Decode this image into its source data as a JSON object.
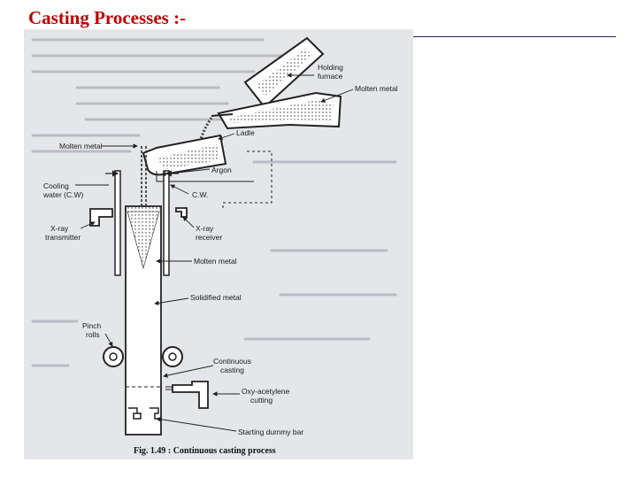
{
  "slide": {
    "title": "Casting Processes :-",
    "title_color": "#c00000",
    "rule_color": "#1f1f60"
  },
  "figure": {
    "background": "#e4e6ea",
    "caption": "Fig. 1.49 : Continuous casting process",
    "labels": {
      "holding_furnace_1": "Holding",
      "holding_furnace_2": "furnace",
      "molten_metal_top": "Molten metal",
      "ladle": "Ladle",
      "molten_metal_left": "Molten metal",
      "argon": "Argon",
      "cooling_water_1": "Cooling",
      "cooling_water_2": "water (C.W)",
      "cw_right": "C.W.",
      "xray_transmitter_1": "X-ray",
      "xray_transmitter_2": "transmitter",
      "xray_receiver_1": "X-ray",
      "xray_receiver_2": "receiver",
      "molten_metal_mold": "Molten metal",
      "solidified_metal": "Solidified metal",
      "pinch_rolls_1": "Pinch",
      "pinch_rolls_2": "rolls",
      "continuous_casting_1": "Continuous",
      "continuous_casting_2": "casting",
      "oxy_acetylene_1": "Oxy-acetylene",
      "oxy_acetylene_2": "cutting",
      "starting_dummy_bar": "Starting dummy bar"
    }
  }
}
